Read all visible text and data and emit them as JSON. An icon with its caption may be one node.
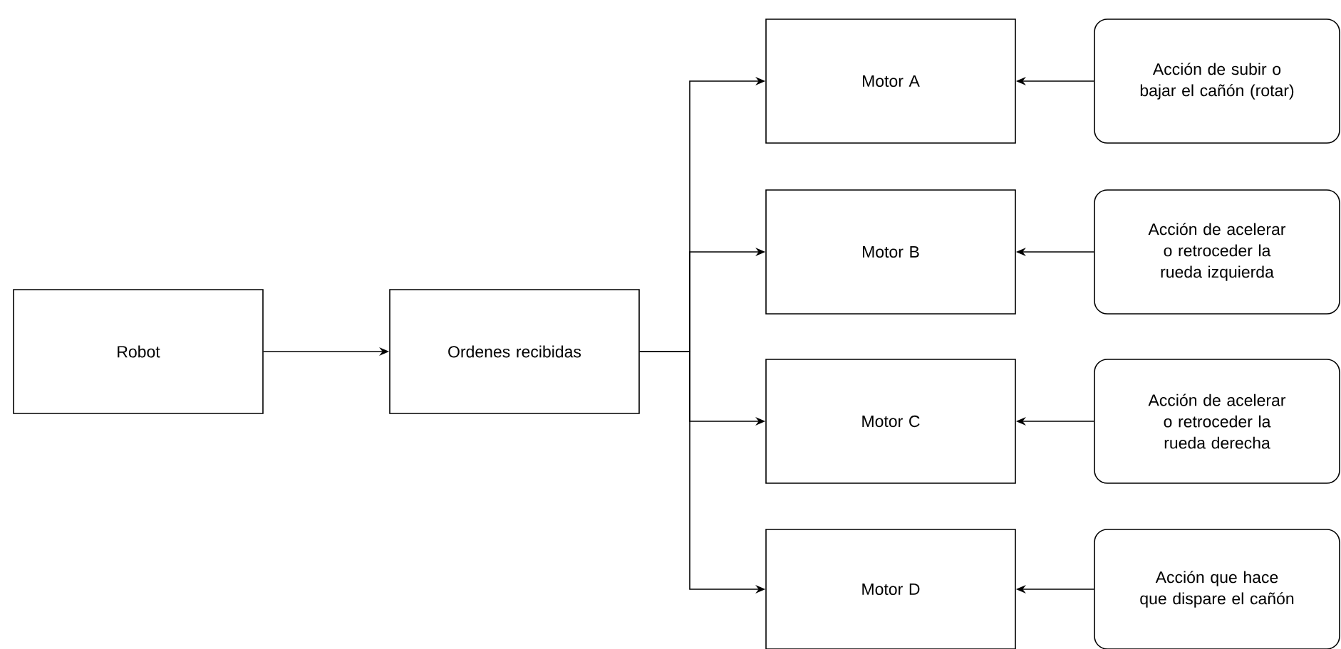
{
  "diagram": {
    "nodes": [
      {
        "text": [
          "Robot"
        ]
      },
      {
        "text": [
          "Ordenes recibidas"
        ]
      },
      {
        "text": [
          "Motor A"
        ]
      },
      {
        "text": [
          "Motor B"
        ]
      },
      {
        "text": [
          "Motor C"
        ]
      },
      {
        "text": [
          "Motor D"
        ]
      },
      {
        "text": [
          "Acción de subir o bajar el cañón (rotar)"
        ]
      },
      {
        "text": [
          "Acción de acelerar o retroceder la rueda izquierda"
        ]
      },
      {
        "text": [
          "Acción de acelerar o retroceder la rueda derecha"
        ]
      },
      {
        "text": [
          "Acción que hace que dispare el cañón"
        ]
      }
    ],
    "edges": [
      {
        "from": 0,
        "to": 1,
        "arrow": "to"
      },
      {
        "from": 1,
        "to": 2,
        "arrow": "to"
      },
      {
        "from": 1,
        "to": 3,
        "arrow": "to"
      },
      {
        "from": 1,
        "to": 4,
        "arrow": "to"
      },
      {
        "from": 1,
        "to": 5,
        "arrow": "to"
      },
      {
        "from": 6,
        "to": 2,
        "arrow": "to"
      },
      {
        "from": 7,
        "to": 3,
        "arrow": "to"
      },
      {
        "from": 8,
        "to": 4,
        "arrow": "to"
      },
      {
        "from": 9,
        "to": 5,
        "arrow": "to"
      }
    ]
  }
}
